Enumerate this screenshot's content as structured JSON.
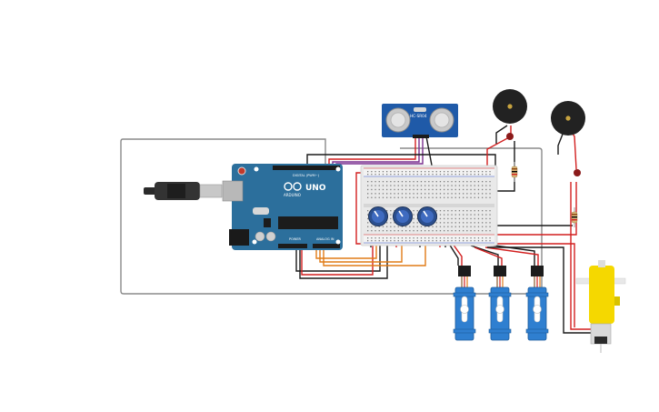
{
  "arduino": {
    "brand": "UNO",
    "sub_brand": "ARDUINO",
    "digital_label": "DIGITAL (PWM~)",
    "power_label": "POWER",
    "analog_label": "ANALOG IN"
  },
  "sensor": {
    "model": "HC-SR04"
  },
  "colors": {
    "board": "#2c6f9c",
    "breadboard": "#e9e9e9",
    "sensor": "#1f5aa8",
    "servo": "#2f7fd0",
    "motor": "#f5d800",
    "buzzer": "#222222",
    "wire_red": "#d21f1f",
    "wire_black": "#1a1a1a",
    "wire_orange": "#e07b16",
    "wire_purple": "#7a2f8f",
    "wire_gray": "#777777"
  },
  "components": {
    "usb_cable": "usb-cable",
    "potentiometers": 3,
    "servos": 3,
    "buzzers": 2,
    "resistors": 2,
    "dc_motor": 1
  }
}
